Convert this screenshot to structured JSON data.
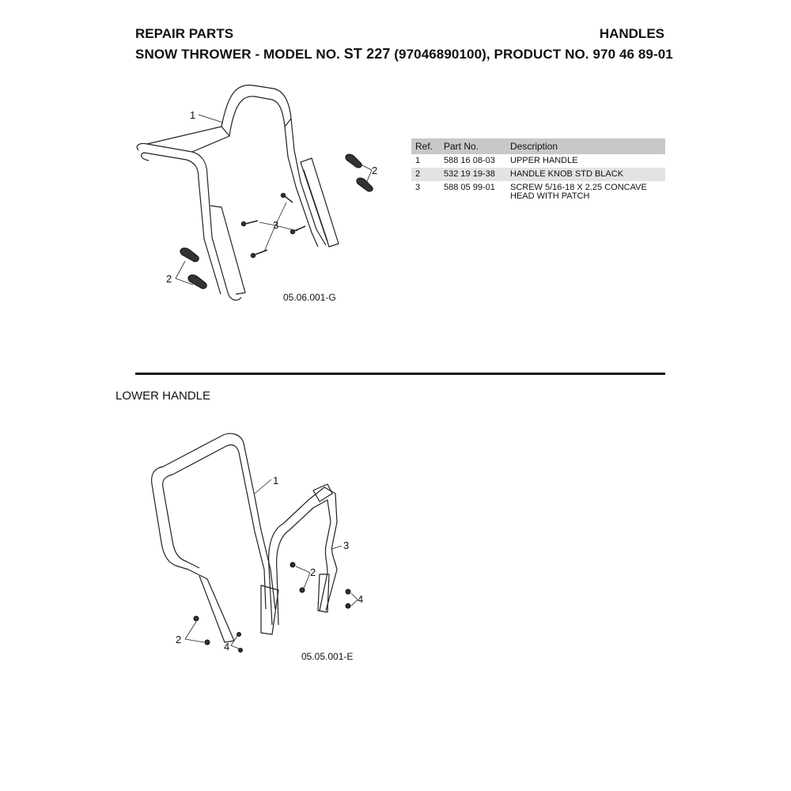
{
  "header": {
    "left_title": "REPAIR PARTS",
    "right_title": "HANDLES",
    "subtitle_prefix": "SNOW THROWER - MODEL NO.",
    "model": "ST 227",
    "subtitle_suffix": "(97046890100), PRODUCT NO. 970 46 89-01"
  },
  "upper": {
    "figure_code": "05.06.001-G",
    "callouts": [
      "1",
      "2",
      "3",
      "2"
    ]
  },
  "parts_table": {
    "headers": {
      "ref": "Ref.",
      "part": "Part No.",
      "desc": "Description"
    },
    "rows": [
      {
        "ref": "1",
        "part": "588 16 08-03",
        "desc": "UPPER HANDLE"
      },
      {
        "ref": "2",
        "part": "532 19 19-38",
        "desc": "HANDLE KNOB STD BLACK"
      },
      {
        "ref": "3",
        "part": "588 05 99-01",
        "desc": "SCREW 5/16-18 X 2.25 CONCAVE HEAD WITH PATCH"
      }
    ]
  },
  "lower": {
    "title": "LOWER HANDLE",
    "figure_code": "05.05.001-E",
    "callouts": [
      "1",
      "2",
      "3",
      "4",
      "2",
      "4"
    ]
  }
}
